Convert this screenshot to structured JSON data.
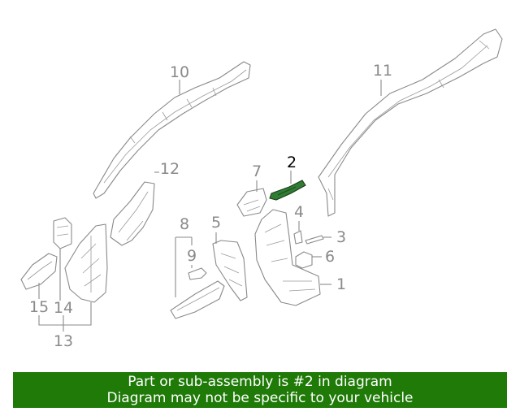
{
  "callouts": {
    "c1": "1",
    "c2": "2",
    "c3": "3",
    "c4": "4",
    "c5": "5",
    "c6": "6",
    "c7": "7",
    "c8": "8",
    "c9": "9",
    "c10": "10",
    "c11": "11",
    "c12": "12",
    "c13": "13",
    "c14": "14",
    "c15": "15"
  },
  "highlighted_part": "2",
  "colors": {
    "highlight": "#2e7d32",
    "banner": "#1f7a08",
    "line": "#8a8a8a"
  },
  "banner": {
    "line1": "Part or sub-assembly is #2 in diagram",
    "line2": "Diagram may not be specific to your vehicle"
  }
}
